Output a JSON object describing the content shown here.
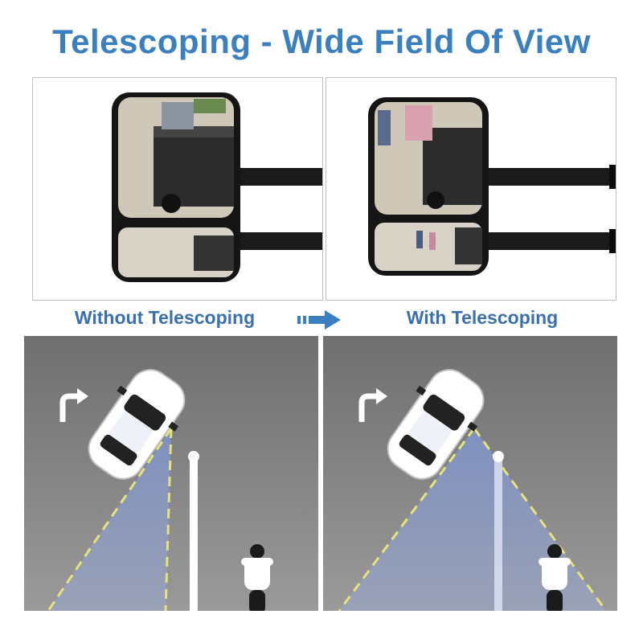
{
  "title": "Telescoping - Wide Field Of View",
  "labels": {
    "without": "Without Telescoping",
    "with": "With Telescoping"
  },
  "colors": {
    "title": "#3a7fc0",
    "label": "#3a6fb0",
    "arrow": "#3a7fc0",
    "road": "#7f7f7f",
    "view_cone": "#7f93c8",
    "cone_border": "#e8e27a"
  },
  "icons": {
    "turn": "turn-right-arrow-icon",
    "direction": "double-arrow-right-icon"
  }
}
